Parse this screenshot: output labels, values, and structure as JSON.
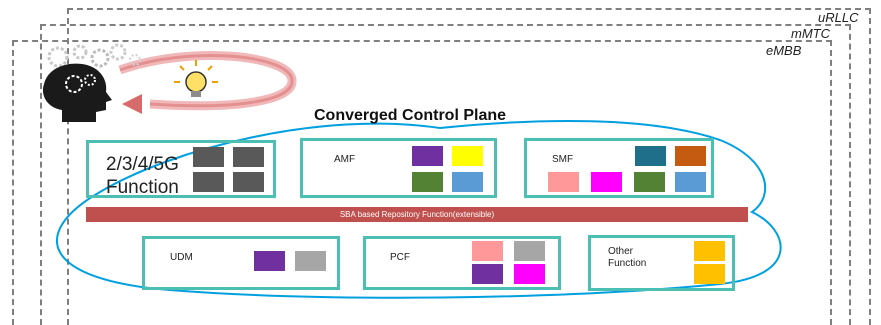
{
  "slices": [
    {
      "label": "uRLLC"
    },
    {
      "label": "mMTC"
    },
    {
      "label": "eMBB"
    }
  ],
  "title": "Converged Control Plane",
  "functions": {
    "legacy": {
      "line1": "2/3/4/5G",
      "line2": "Function"
    },
    "amf": {
      "label": "AMF"
    },
    "smf": {
      "label": "SMF"
    },
    "udm": {
      "label": "UDM"
    },
    "pcf": {
      "label": "PCF"
    },
    "other": {
      "line1": "Other",
      "line2": "Function"
    }
  },
  "sba_bar": {
    "label": "SBA based Repository Function(extensible)"
  },
  "colors": {
    "box_border": "#4bbfb4",
    "ellipse": "#00a0e0",
    "sba_bar": "#c0504d",
    "dark_gray": "#595959",
    "purple": "#7030a0",
    "yellow": "#ffff00",
    "green": "#548235",
    "light_blue": "#5b9bd5",
    "teal": "#1f6f8b",
    "brown": "#c55a11",
    "pink": "#ff9999",
    "magenta": "#ff00ff",
    "light_gray": "#a6a6a6",
    "gold": "#ffc000"
  },
  "icons": [
    "head-gears-icon",
    "lightbulb-icon",
    "cycle-arrow-icon"
  ]
}
